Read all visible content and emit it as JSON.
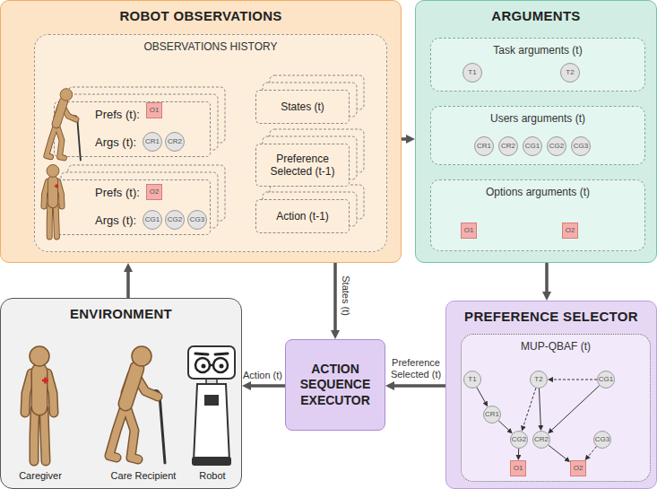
{
  "diagram": {
    "nodes": [
      {
        "text": [
          "ROBOT OBSERVATIONS"
        ]
      },
      {
        "text": [
          "OBSERVATIONS HISTORY"
        ],
        "in": 0
      },
      {
        "text": [
          "Prefs (t):",
          "Args (t):"
        ],
        "in": 1
      },
      {
        "text": [
          "O1"
        ],
        "in": 2
      },
      {
        "text": [
          "CR1"
        ],
        "in": 2
      },
      {
        "text": [
          "CR2"
        ],
        "in": 2
      },
      {
        "text": [
          "Prefs (t):",
          "Args (t):"
        ],
        "in": 1
      },
      {
        "text": [
          "O2"
        ],
        "in": 6
      },
      {
        "text": [
          "CG1"
        ],
        "in": 6
      },
      {
        "text": [
          "CG2"
        ],
        "in": 6
      },
      {
        "text": [
          "CG3"
        ],
        "in": 6
      },
      {
        "text": [
          "States (t)"
        ],
        "in": 1
      },
      {
        "text": [
          "Preference Selected (t-1)"
        ],
        "in": 1
      },
      {
        "text": [
          "Action (t-1)"
        ],
        "in": 1
      },
      {
        "text": [
          "ARGUMENTS"
        ]
      },
      {
        "text": [
          "Task arguments (t)"
        ],
        "in": 14
      },
      {
        "text": [
          "T1"
        ],
        "in": 15
      },
      {
        "text": [
          "T2"
        ],
        "in": 15
      },
      {
        "text": [
          "Users arguments (t)"
        ],
        "in": 14
      },
      {
        "text": [
          "CR1"
        ],
        "in": 18
      },
      {
        "text": [
          "CR2"
        ],
        "in": 18
      },
      {
        "text": [
          "CG1"
        ],
        "in": 18
      },
      {
        "text": [
          "CG2"
        ],
        "in": 18
      },
      {
        "text": [
          "CG3"
        ],
        "in": 18
      },
      {
        "text": [
          "Options arguments (t)"
        ],
        "in": 14
      },
      {
        "text": [
          "O1"
        ],
        "in": 24
      },
      {
        "text": [
          "O2"
        ],
        "in": 24
      },
      {
        "text": [
          "ENVIRONMENT"
        ]
      },
      {
        "text": [
          "ACTION SEQUENCE EXECUTOR"
        ]
      },
      {
        "text": [
          "PREFERENCE SELECTOR"
        ]
      },
      {
        "text": [
          "MUP-QBAF (t)"
        ],
        "in": 29
      },
      {
        "text": [
          "T1"
        ],
        "in": 30
      },
      {
        "text": [
          "T2"
        ],
        "in": 30
      },
      {
        "text": [
          "CG1"
        ],
        "in": 30
      },
      {
        "text": [
          "CR1"
        ],
        "in": 30
      },
      {
        "text": [
          "CG2"
        ],
        "in": 30
      },
      {
        "text": [
          "CR2"
        ],
        "in": 30
      },
      {
        "text": [
          "CG3"
        ],
        "in": 30
      },
      {
        "text": [
          "O1"
        ],
        "in": 30
      },
      {
        "text": [
          "O2"
        ],
        "in": 30
      }
    ],
    "edges": [
      {
        "from": 0,
        "to": 14,
        "arrow": "to"
      },
      {
        "from": 14,
        "to": 29,
        "arrow": "to"
      },
      {
        "from": 0,
        "to": 28,
        "label": "States (t)",
        "arrow": "to"
      },
      {
        "from": 29,
        "to": 28,
        "label": "Preference Selected (t)",
        "arrow": "to"
      },
      {
        "from": 28,
        "to": 27,
        "label": "Action (t)",
        "arrow": "to"
      },
      {
        "from": 27,
        "to": 0,
        "arrow": "to"
      },
      {
        "from": 31,
        "to": 34,
        "arrow": "to"
      },
      {
        "from": 34,
        "to": 35,
        "arrow": "to"
      },
      {
        "from": 35,
        "to": 38,
        "arrow": "to"
      },
      {
        "from": 32,
        "to": 35,
        "arrow": "to"
      },
      {
        "from": 33,
        "to": 32,
        "arrow": "to"
      },
      {
        "from": 32,
        "to": 36,
        "arrow": "to"
      },
      {
        "from": 33,
        "to": 36,
        "arrow": "to"
      },
      {
        "from": 36,
        "to": 39,
        "arrow": "to"
      },
      {
        "from": 37,
        "to": 39,
        "arrow": "to"
      }
    ],
    "labels": [
      "Caregiver",
      "Care Recipient",
      "Robot"
    ]
  }
}
